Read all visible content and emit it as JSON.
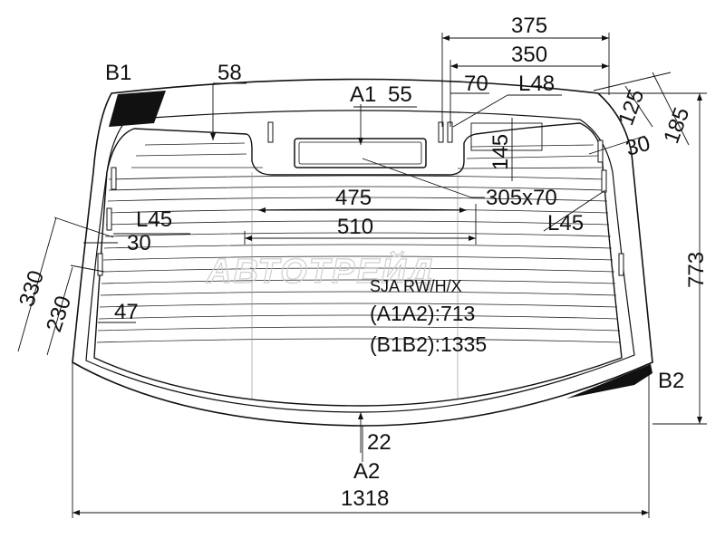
{
  "model_code": "SJA RW/H/X",
  "watermark": "АВТОТРЕЙД",
  "info": {
    "a_line": "(A1A2):713",
    "b_line": "(B1B2):1335"
  },
  "points": {
    "a1": "A1",
    "a2": "A2",
    "b1": "B1",
    "b2": "B2"
  },
  "dimensions": {
    "overall_width": "1318",
    "overall_height": "773",
    "top_375": "375",
    "top_350": "350",
    "top_70": "70",
    "l48": "L48",
    "d58": "58",
    "a1_55": "55",
    "d125": "125",
    "d185": "185",
    "d30_right": "30",
    "d145": "145",
    "d475": "475",
    "d305x70": "305x70",
    "d510": "510",
    "l45_left": "L45",
    "l45_right": "L45",
    "d30_left": "30",
    "d330": "330",
    "d230": "230",
    "d47": "47",
    "d22": "22"
  },
  "colors": {
    "line": "#111111",
    "black_print": "#111111",
    "watermark": "#cfcfcf"
  }
}
